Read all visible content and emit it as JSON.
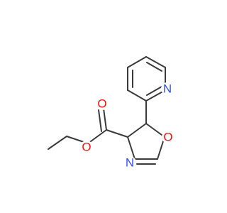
{
  "molecule": {
    "colors": {
      "carbon_bond": "#3a3a3a",
      "oxygen": "#ff0d0d",
      "nitrogen": "#3050f8"
    },
    "atoms": [
      {
        "id": "o_carbonyl",
        "symbol": "O",
        "element": "oxygen"
      },
      {
        "id": "o_ester",
        "symbol": "O",
        "element": "oxygen"
      },
      {
        "id": "o_ring",
        "symbol": "O",
        "element": "oxygen"
      },
      {
        "id": "n_oxazoline",
        "symbol": "N",
        "element": "nitrogen"
      },
      {
        "id": "n_pyridine",
        "symbol": "N",
        "element": "nitrogen"
      }
    ]
  }
}
